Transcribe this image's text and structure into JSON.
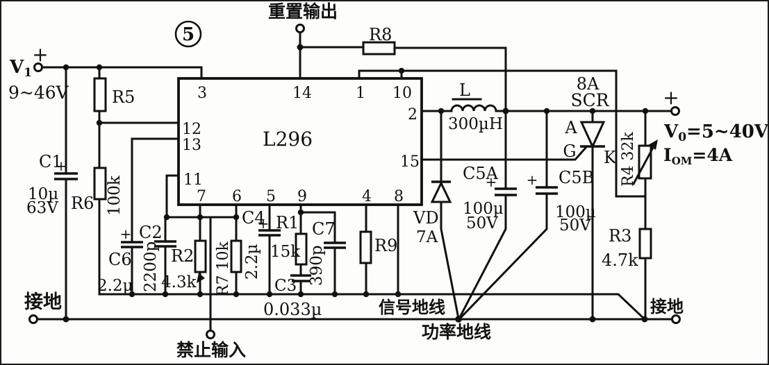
{
  "fig_label": "5",
  "io": {
    "vin_base": "V",
    "vin_sub": "1",
    "vin_plus": "+",
    "vin_range": "9~46V",
    "reset_output": "重置输出",
    "inhibit_input": "禁止输入",
    "gnd_left": "接地",
    "gnd_right": "接地",
    "signal_gnd": "信号地线",
    "power_gnd": "功率地线",
    "vout_base": "V",
    "vout_sub": "0",
    "vout_rest": "=5~40V",
    "vout_plus": "+",
    "iom_base": "I",
    "iom_sub": "OM",
    "iom_rest": "=4A"
  },
  "ic": {
    "name": "L296",
    "pin3": "3",
    "pin14": "14",
    "pin1": "1",
    "pin10": "10",
    "pin12": "12",
    "pin13": "13",
    "pin11": "11",
    "pin2": "2",
    "pin15": "15",
    "pin7": "7",
    "pin6": "6",
    "pin5": "5",
    "pin9": "9",
    "pin4": "4",
    "pin8": "8"
  },
  "parts": {
    "r5": "R5",
    "r6": "R6",
    "r6_val": "100k",
    "c1": "C1",
    "c1_val1": "10µ",
    "c1_val2": "63V",
    "c6": "C6",
    "c6_val": "2.2µ",
    "c2": "C2",
    "c2_val": "2200p",
    "r2": "R2",
    "r2_val": "4.3k",
    "r7": "R7 10k",
    "c4": "C4",
    "c4_val": "2.2µ",
    "r1": "R1",
    "r1_val": "15k",
    "c3": "C3",
    "c3_val": "0.033µ",
    "c7": "C7",
    "c7_val": "390p",
    "r9": "R9",
    "r8": "R8",
    "l": "L",
    "l_val": "300µH",
    "vd": "VD",
    "vd_val": "7A",
    "c5a": "C5A",
    "c5a_val1": "100µ",
    "c5a_val2": "50V",
    "c5b": "C5B",
    "c5b_val1": "100µ",
    "c5b_val2": "50V",
    "scr_current": "8A",
    "scr": "SCR",
    "scr_a": "A",
    "scr_g": "G",
    "scr_k": "K",
    "r4": "R4 32k",
    "r3": "R3",
    "r3_val": "4.7k",
    "plus": "+"
  }
}
